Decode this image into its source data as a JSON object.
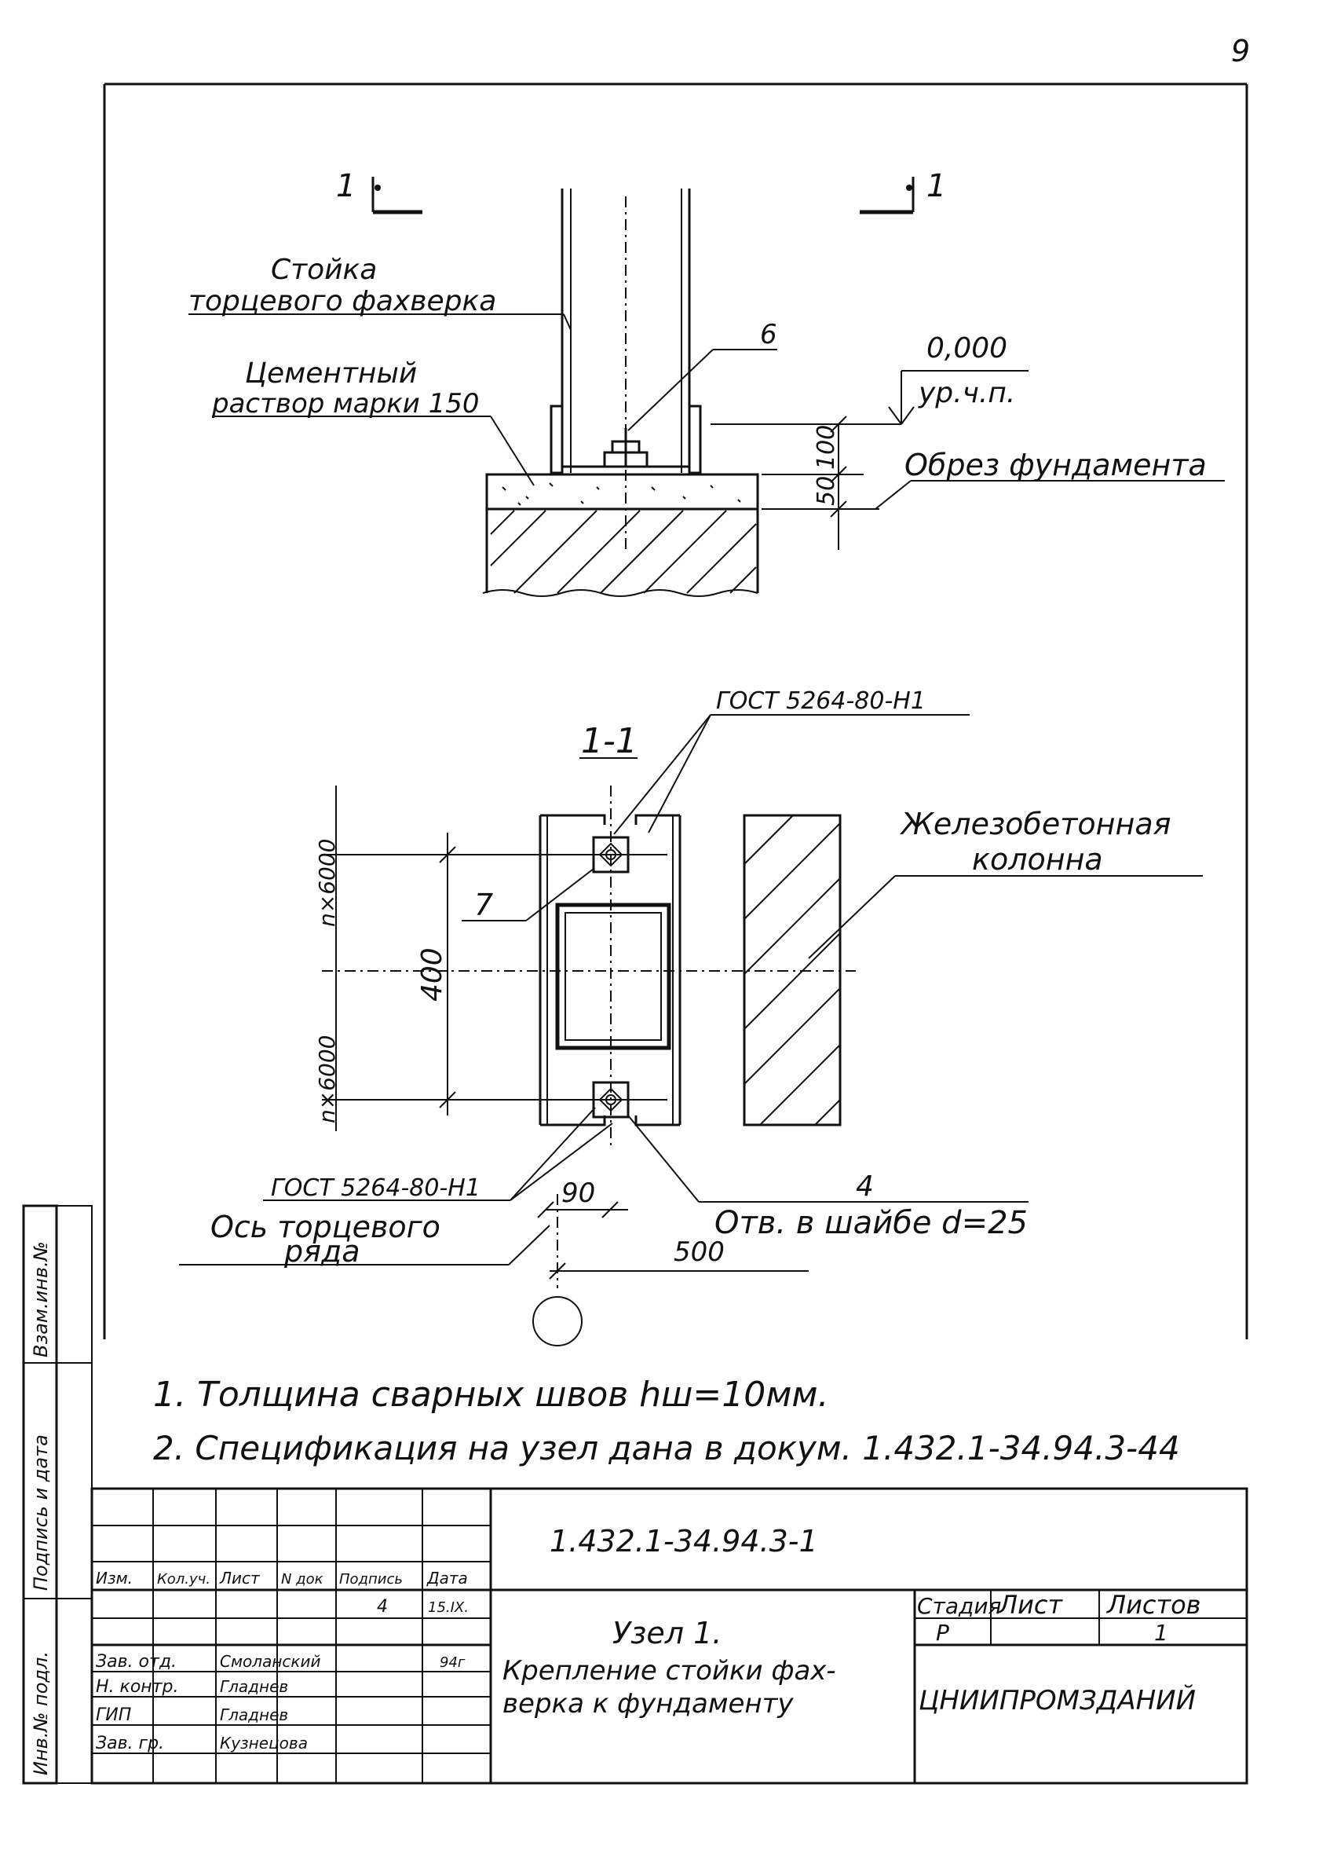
{
  "page_number": "9",
  "section_top": {
    "cut_mark_left": "1",
    "cut_mark_right": "1",
    "label_post": [
      "Стойка",
      "торцевого фахверка"
    ],
    "label_mortar": [
      "Цементный",
      "раствор марки 150"
    ],
    "callout_6": "6",
    "elev_value": "0,000",
    "elev_label": "ур.ч.п.",
    "dim_100": "100",
    "dim_50": "50",
    "label_foundation_edge": "Обрез фундамента"
  },
  "section_bottom": {
    "title": "1-1",
    "gost_top": "ГОСТ 5264-80-Н1",
    "gost_bottom": "ГОСТ 5264-80-Н1",
    "dim_n6000_top": "n×6000",
    "dim_n6000_bottom": "n×6000",
    "dim_400": "400",
    "callout_7": "7",
    "callout_4": "4",
    "label_column": [
      "Железобетонная",
      "колонна"
    ],
    "dim_90": "90",
    "dim_500": "500",
    "label_axis": [
      "Ось торцевого",
      "ряда"
    ],
    "label_hole": "Отв. в шайбе d=25"
  },
  "notes": [
    "1. Толщина сварных швов hш=10мм.",
    "2. Спецификация на узел дана в докум. 1.432.1-34.94.3-44"
  ],
  "side_stamp": [
    "Инв.№ подл.",
    "Подпись и дата",
    "Взам.инв.№"
  ],
  "title_block": {
    "doc_code": "1.432.1-34.94.3-1",
    "headers": [
      "Изм.",
      "Кол.уч.",
      "Лист",
      "N док",
      "Подпись",
      "Дата"
    ],
    "sig_marks": [
      "4",
      "15.IX."
    ],
    "rows": [
      {
        "role": "Зав. отд.",
        "name": "Смоланский",
        "sign": "",
        "date": "94г"
      },
      {
        "role": "Н. контр.",
        "name": "Гладнев",
        "sign": "",
        "date": ""
      },
      {
        "role": "ГИП",
        "name": "Гладнев",
        "sign": "",
        "date": ""
      },
      {
        "role": "Зав. гр.",
        "name": "Кузнецова",
        "sign": "",
        "date": ""
      }
    ],
    "title_lines": [
      "Узел 1.",
      "Крепление стойки фах-",
      "верка к фундаменту"
    ],
    "stage_header": "Стадия",
    "sheet_header": "Лист",
    "sheets_header": "Листов",
    "stage_value": "Р",
    "sheets_value": "1",
    "org": "ЦНИИПРОМЗДАНИЙ"
  }
}
